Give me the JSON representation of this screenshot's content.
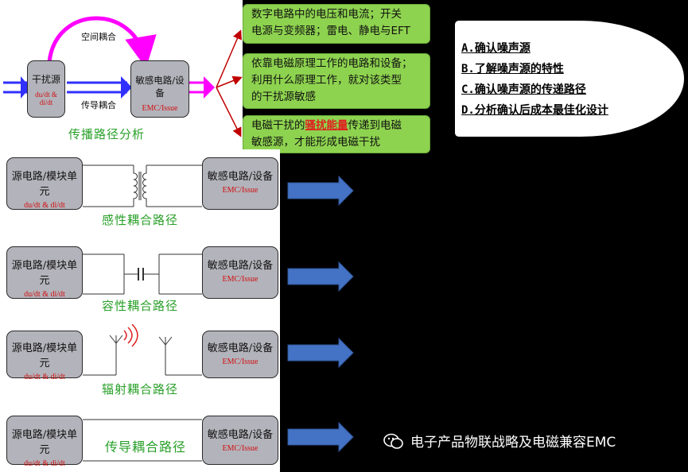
{
  "top": {
    "source_title": "干扰源",
    "source_sub": "du/dt & di/dt",
    "victim_title": "敏感电路/设备",
    "victim_sub": "EMC/Issue",
    "space_label": "空间耦合",
    "conduct_label": "传导耦合",
    "analysis_caption": "传播路径分析"
  },
  "green_boxes": [
    {
      "line1": "数字电路中的电压和电流；开关",
      "line2": "电源与变频器；雷电、静电与EFT"
    },
    {
      "line1": "依靠电磁原理工作的电路和设备；",
      "line2": "利用什么原理工作，就对该类型",
      "line3": "的干扰源敏感"
    },
    {
      "pre": "电磁干扰的",
      "highlight": "骚扰能量",
      "post": "传递到电磁",
      "line2": "敏感源，才能形成电磁干扰"
    }
  ],
  "steps": [
    "A.确认噪声源",
    "B.了解噪声源的特性",
    "C.确认噪声源的传递路径",
    "D.分析确认后成本最佳化设计"
  ],
  "paths": [
    {
      "caption": "感性耦合路径"
    },
    {
      "caption": "容性耦合路径"
    },
    {
      "caption": "辐射耦合路径"
    },
    {
      "caption": "传导耦合路径"
    }
  ],
  "node_labels": {
    "src_title": "源电路/模块单元",
    "src_sub": "du/dt & di/dt",
    "vic_title": "敏感电路/设备",
    "vic_sub": "EMC/Issue"
  },
  "watermark": "电子产品物联战略及电磁兼容EMC",
  "colors": {
    "green": "#8ed34f",
    "arrow_blue": "#4472c4",
    "node_gray": "#b3b3bb",
    "caption_green": "#2aa02a"
  }
}
